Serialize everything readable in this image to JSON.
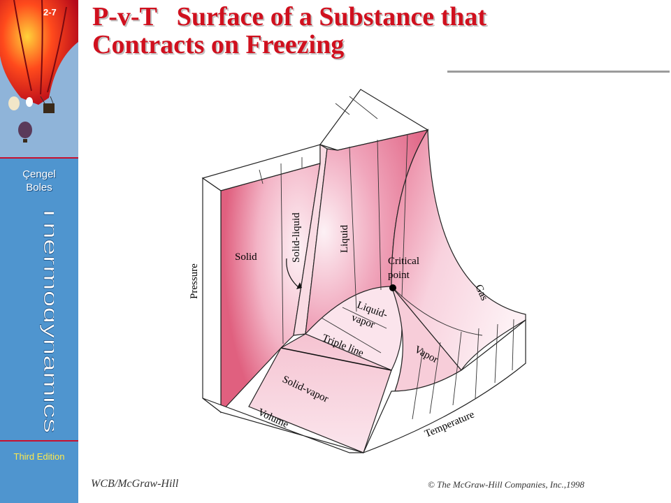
{
  "slide": {
    "number": "2-7",
    "title_line1": "P-v-T   Surface of a Substance that",
    "title_line2": "Contracts on Freezing"
  },
  "sidebar": {
    "author1": "Çengel",
    "author2": "Boles",
    "book": "Thermodynamics",
    "edition": "Third Edition"
  },
  "diagram": {
    "labels": {
      "solid": "Solid",
      "solid_liquid": "Solid-liquid",
      "liquid": "Liquid",
      "critical_point_1": "Critical",
      "critical_point_2": "point",
      "gas": "Gas",
      "liquid_vapor_1": "Liquid-",
      "liquid_vapor_2": "vapor",
      "triple_line": "Triple line",
      "vapor": "Vapor",
      "solid_vapor": "Solid-vapor",
      "pressure": "Pressure",
      "volume": "Volume",
      "temperature": "Temperature"
    },
    "colors": {
      "surface": "#e67a98",
      "highlight": "#fbe3ea",
      "outline": "#222222"
    }
  },
  "footer": {
    "publisher": "WCB/McGraw-Hill",
    "copyright": "© The McGraw-Hill Companies, Inc.,1998"
  }
}
